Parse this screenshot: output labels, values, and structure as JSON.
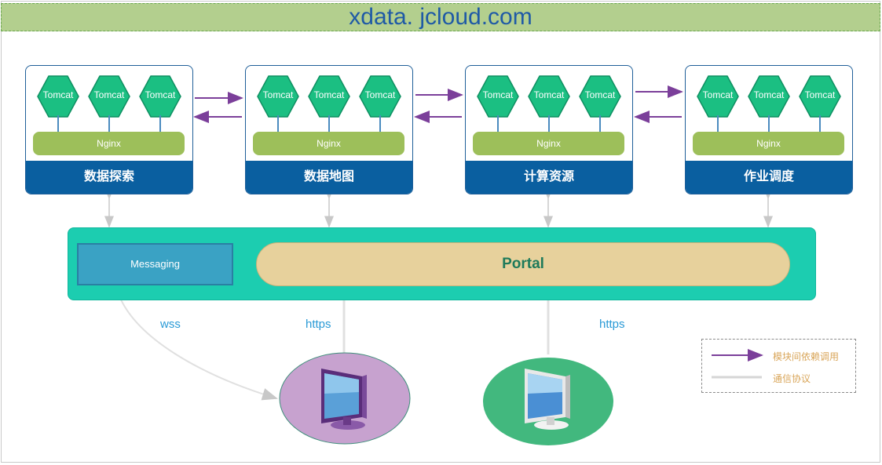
{
  "title": "xdata. jcloud.com",
  "modules": [
    {
      "name": "数据探索",
      "tomcats": [
        "Tomcat",
        "Tomcat",
        "Tomcat"
      ],
      "proxy": "Nginx"
    },
    {
      "name": "数据地图",
      "tomcats": [
        "Tomcat",
        "Tomcat",
        "Tomcat"
      ],
      "proxy": "Nginx"
    },
    {
      "name": "计算资源",
      "tomcats": [
        "Tomcat",
        "Tomcat",
        "Tomcat"
      ],
      "proxy": "Nginx"
    },
    {
      "name": "作业调度",
      "tomcats": [
        "Tomcat",
        "Tomcat",
        "Tomcat"
      ],
      "proxy": "Nginx"
    }
  ],
  "platform": {
    "messaging": "Messaging",
    "portal": "Portal"
  },
  "protocols": {
    "wss": "wss",
    "https_left": "https",
    "https_right": "https"
  },
  "legend": {
    "dependency": "模块间依赖调用",
    "protocol": "通信协议"
  },
  "colors": {
    "module_bar": "#0a5fa0",
    "tomcat": "#1bbf82",
    "nginx": "#9dbf5a",
    "platform": "#1ccdb0",
    "portal": "#e7d19c",
    "messaging": "#3aa2c4",
    "dependency_arrow": "#7b3f9a",
    "protocol_line": "#d6d6d6",
    "client_left": "#c7a2cf",
    "client_right": "#42b87e"
  },
  "icons": [
    "tomcat-hexagon-icon",
    "monitor-icon"
  ]
}
